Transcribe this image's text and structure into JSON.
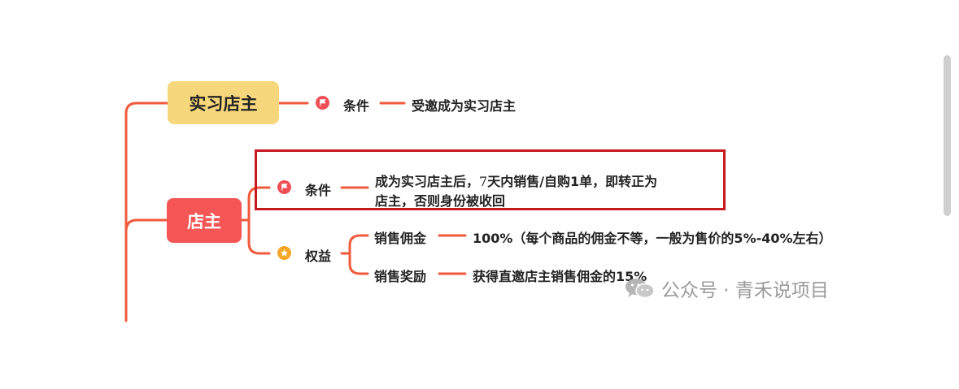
{
  "mindmap": {
    "intern": {
      "label": "实习店主",
      "condition_label": "条件",
      "condition_text": "受邀成为实习店主"
    },
    "owner": {
      "label": "店主",
      "condition_label": "条件",
      "condition_line1": "成为实习店主后，",
      "condition_line1_num": "7",
      "condition_line1_rest": "天内销售/自购1单，即转正为",
      "condition_line2": "店主，否则身份被收回",
      "rights_label": "权益",
      "sales_commission_label": "销售佣金",
      "sales_commission_value": "100%（每个商品的佣金不等，一般为售价的5%-40%左右）",
      "sales_reward_label": "销售奖励",
      "sales_reward_value": "获得直邀店主销售佣金的15%"
    }
  },
  "watermark": "公众号 · 青禾说项目",
  "colors": {
    "line": "#f25a3c",
    "intern_node": "#f7d77b",
    "owner_node": "#f45655",
    "flag_icon": "#ee4f55",
    "star_icon": "#f5a623",
    "highlight_border": "#c8191f"
  },
  "icons": [
    "flag-icon",
    "flag-icon",
    "star-icon",
    "wechat-icon"
  ]
}
